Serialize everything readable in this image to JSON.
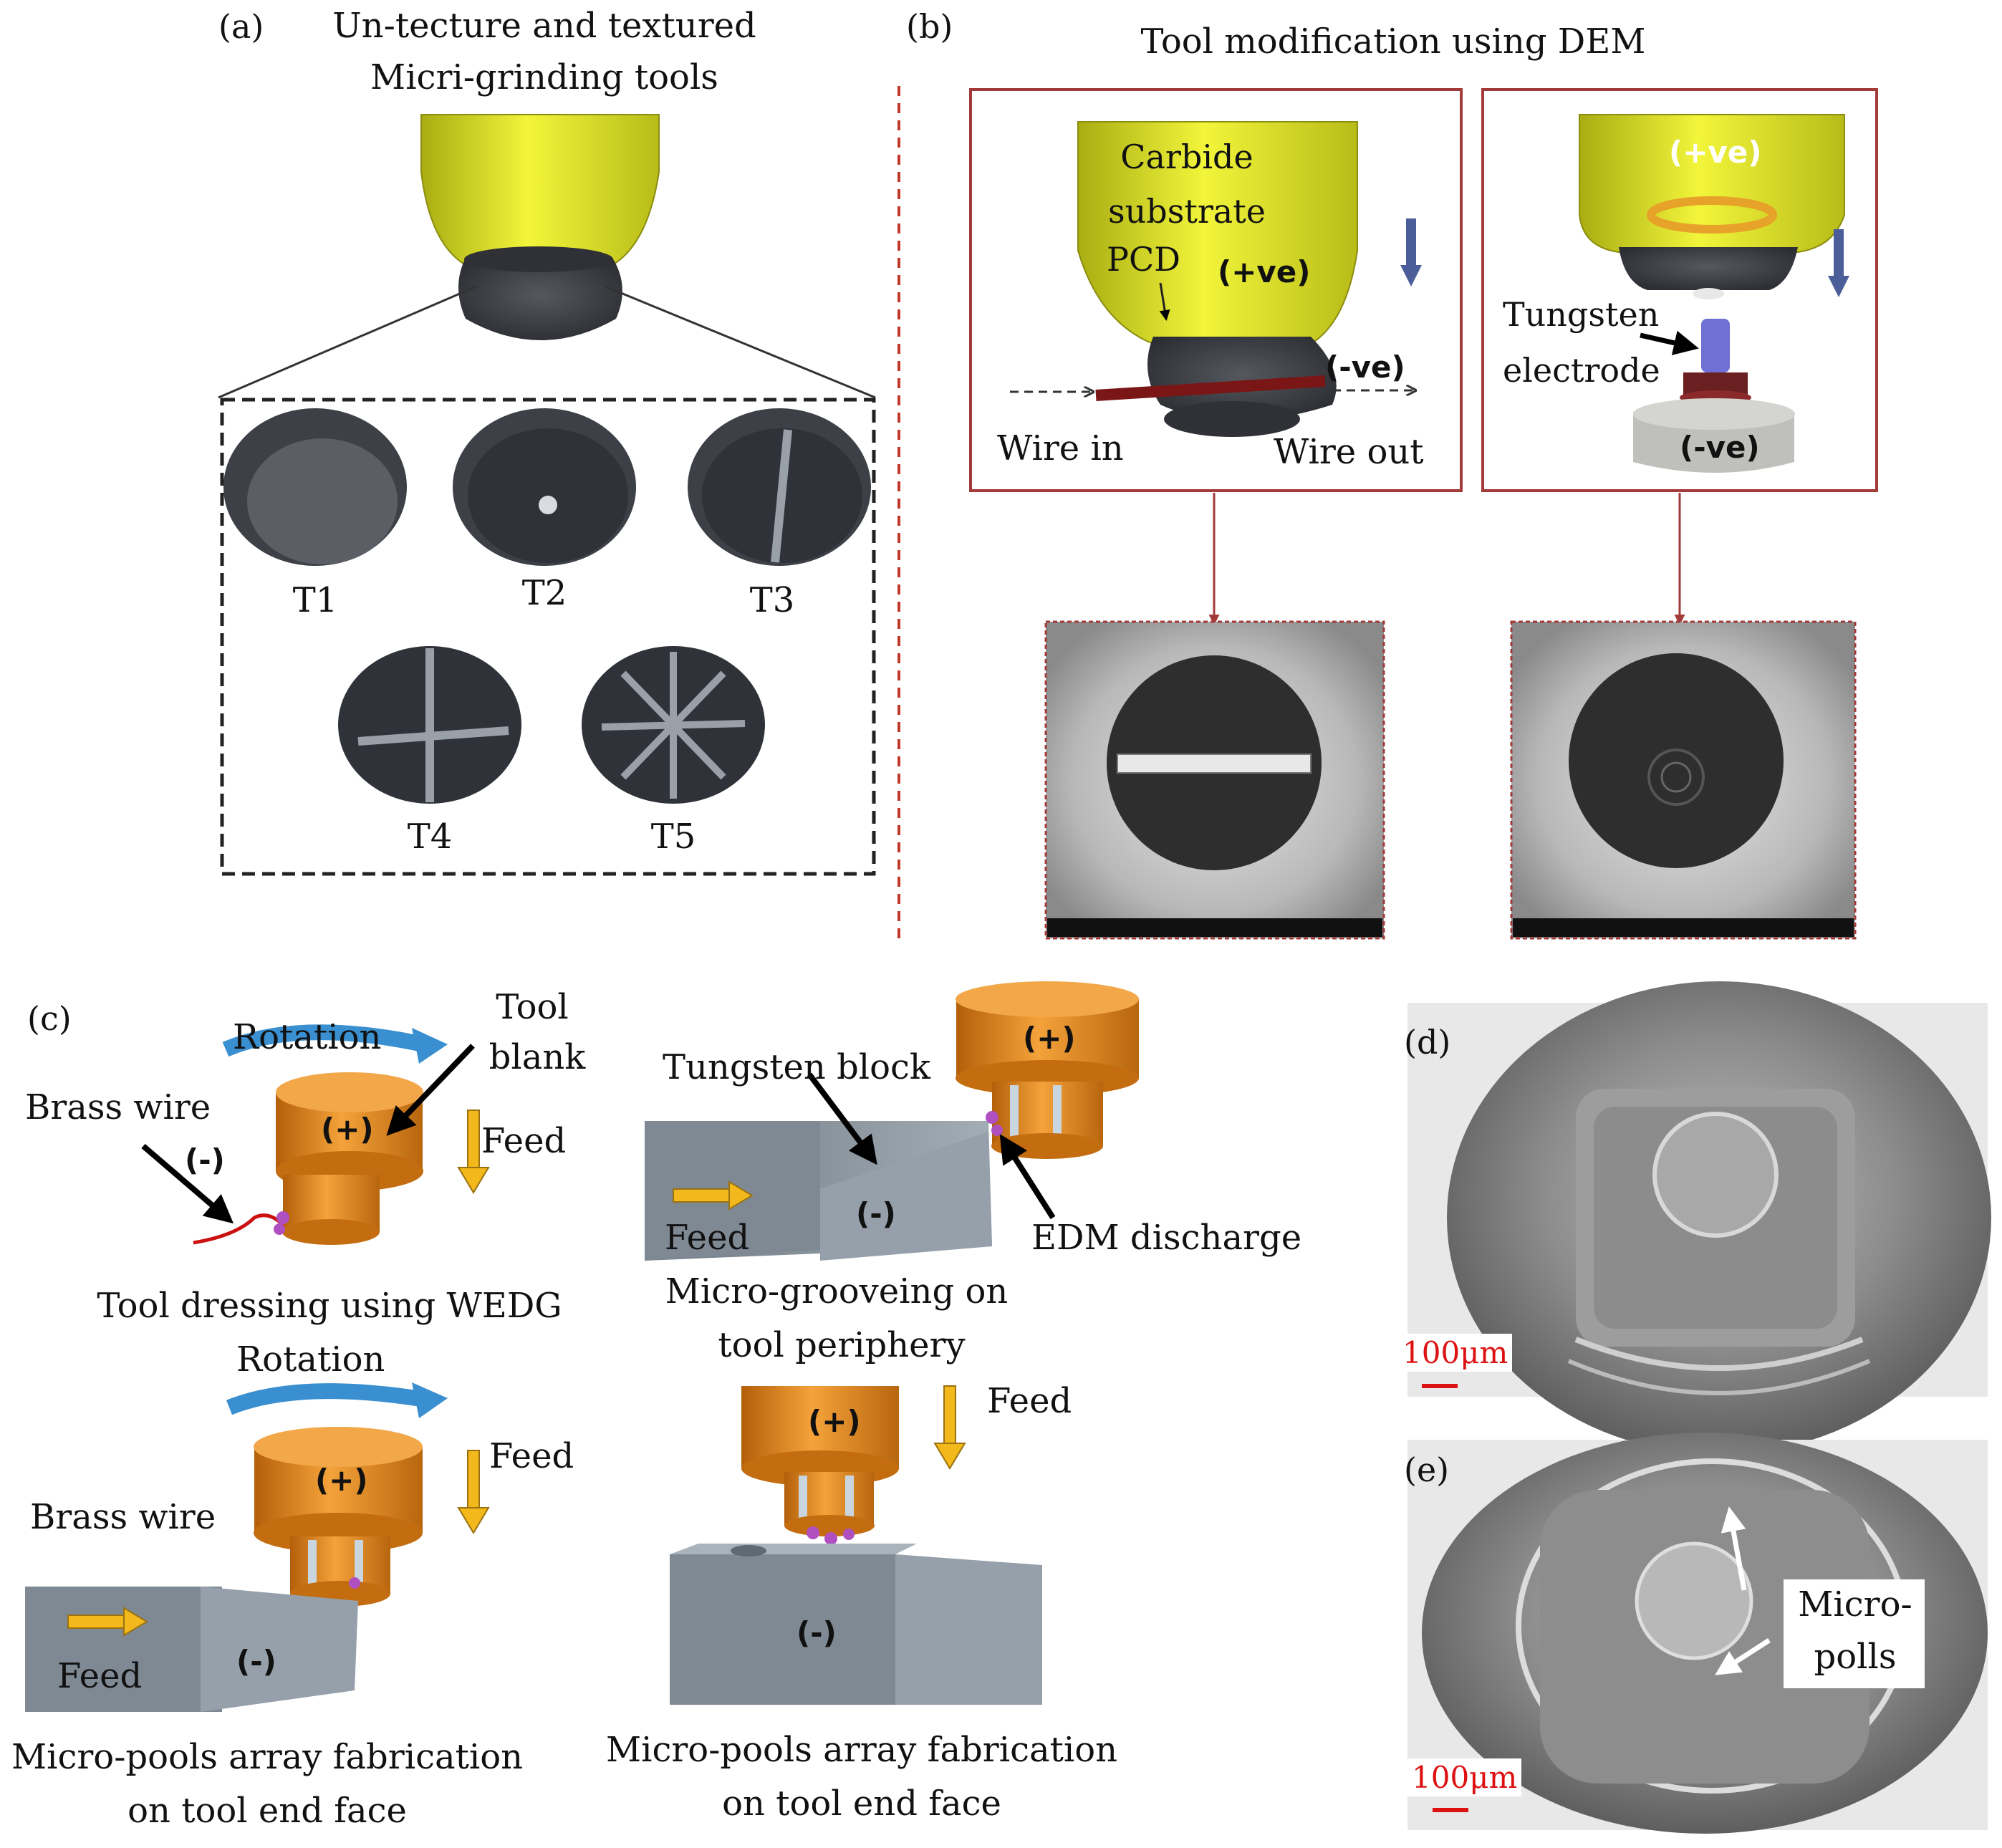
{
  "panel_a": {
    "tag": "(a)",
    "title_line1": "Un-tecture and textured",
    "title_line2": "Micri-grinding tools",
    "tools": [
      "T1",
      "T2",
      "T3",
      "T4",
      "T5"
    ]
  },
  "panel_b": {
    "tag": "(b)",
    "title": "Tool modification using DEM",
    "left_box": {
      "label_carbide_1": "Carbide",
      "label_carbide_2": "substrate",
      "label_pcd": "PCD",
      "label_pos": "(+ve)",
      "label_neg": "(-ve)",
      "wire_in": "Wire in",
      "wire_out": "Wire out"
    },
    "right_box": {
      "label_pos": "(+ve)",
      "label_tungsten_1": "Tungsten",
      "label_tungsten_2": "electrode",
      "label_neg": "(-ve)"
    }
  },
  "panel_c": {
    "tag": "(c)",
    "wedg": {
      "rotation": "Rotation",
      "tool_1": "Tool",
      "tool_2": "blank",
      "brass_wire": "Brass wire",
      "minus": "(-)",
      "plus": "(+)",
      "feed": "Feed",
      "caption": "Tool dressing using WEDG"
    },
    "groove": {
      "tungsten_block": "Tungsten block",
      "plus": "(+)",
      "minus": "(-)",
      "feed": "Feed",
      "edm": "EDM discharge",
      "caption_1": "Micro-grooveing on",
      "caption_2": "tool periphery"
    },
    "pools_left": {
      "rotation": "Rotation",
      "plus": "(+)",
      "feed_top": "Feed",
      "brass_wire": "Brass wire",
      "minus": "(-)",
      "feed": "Feed",
      "caption_1": "Micro-pools array fabrication",
      "caption_2": "on tool end face"
    },
    "pools_right": {
      "plus": "(+)",
      "feed": "Feed",
      "minus": "(-)",
      "caption_1": "Micro-pools array fabrication",
      "caption_2": "on tool end face"
    }
  },
  "panel_d": {
    "tag": "(d)",
    "scale": "100μm"
  },
  "panel_e": {
    "tag": "(e)",
    "scale": "100μm",
    "label_1": "Micro-",
    "label_2": "polls"
  },
  "colors": {
    "yellow": "#e6ec2a",
    "dark_tool": "#3f4248",
    "orange": "#e0851c",
    "frame_red": "#a33a3a",
    "grey_block": "#8f99a3",
    "arrow_blue": "#4b5e99",
    "arrow_yellow": "#f2b81c"
  }
}
